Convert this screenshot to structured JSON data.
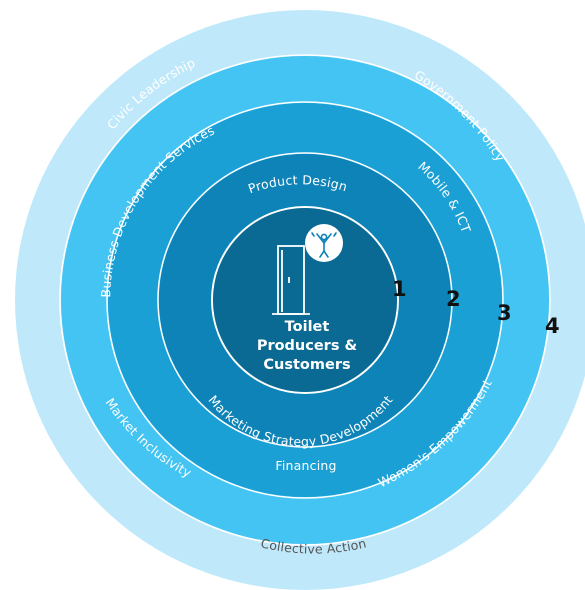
{
  "colors": {
    "ring4": "#bfe9fb",
    "ring3": "#43c4f2",
    "ring2": "#1ba0d6",
    "ring1": "#0d83b7",
    "core": "#0b6a93",
    "separator": "#ffffff",
    "outer_text": "#555555"
  },
  "center": {
    "icon": "toilet-door-icon",
    "badge_icon": "person-celebrating-icon",
    "line1": "Toilet",
    "line2": "Producers &",
    "line3": "Customers"
  },
  "ring_numbers": [
    "1",
    "2",
    "3",
    "4"
  ],
  "ring1_labels": {
    "top": "Product Design",
    "right": "Mobile & ICT",
    "bottom_arc": "Marketing Strategy Development",
    "bottom": "Financing"
  },
  "ring2_labels": {
    "left": "Business Development Services"
  },
  "ring3_labels": {
    "top_left": "Civic Leadership",
    "top_right": "Government Policy",
    "bottom_left": "Market Inclusivity",
    "bottom_right": "Women's Empowerment"
  },
  "ring4_labels": {
    "bottom": "Collective Action"
  }
}
